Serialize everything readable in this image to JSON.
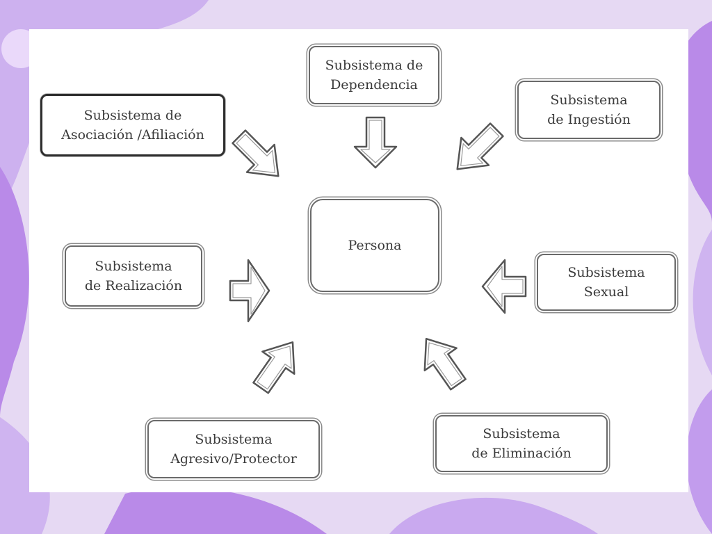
{
  "diagram": {
    "center": {
      "label": "Persona"
    },
    "subsystems": [
      {
        "id": "asociacion",
        "lines": [
          "Subsistema de",
          "Asociación /Afiliación"
        ]
      },
      {
        "id": "dependencia",
        "lines": [
          "Subsistema de",
          "Dependencia"
        ]
      },
      {
        "id": "ingestion",
        "lines": [
          "Subsistema",
          "de Ingestión"
        ]
      },
      {
        "id": "realizacion",
        "lines": [
          "Subsistema",
          "de Realización"
        ]
      },
      {
        "id": "sexual",
        "lines": [
          "Subsistema",
          "Sexual"
        ]
      },
      {
        "id": "agresivo",
        "lines": [
          "Subsistema",
          "Agresivo/Protector"
        ]
      },
      {
        "id": "eliminacion",
        "lines": [
          "Subsistema",
          "de Eliminación"
        ]
      }
    ],
    "edges": [
      {
        "from": "asociacion",
        "to": "center",
        "style": "hollow-arrow"
      },
      {
        "from": "dependencia",
        "to": "center",
        "style": "hollow-arrow"
      },
      {
        "from": "ingestion",
        "to": "center",
        "style": "hollow-arrow"
      },
      {
        "from": "realizacion",
        "to": "center",
        "style": "hollow-arrow"
      },
      {
        "from": "sexual",
        "to": "center",
        "style": "hollow-arrow"
      },
      {
        "from": "agresivo",
        "to": "center",
        "style": "hollow-arrow"
      },
      {
        "from": "eliminacion",
        "to": "center",
        "style": "hollow-arrow"
      }
    ]
  },
  "colors": {
    "background": "#e6d9f3",
    "blob_dark": "#b98ae8",
    "blob_light": "#d3b8f2",
    "box_border": "#6a6a6a",
    "text": "#3a3a3a"
  }
}
